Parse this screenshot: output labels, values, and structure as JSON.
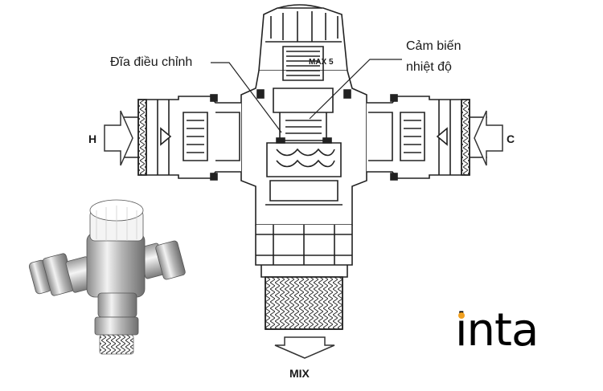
{
  "labels": {
    "adjust_disc": "Đĩa điều chỉnh",
    "sensor_line1": "Cảm biến",
    "sensor_line2": "nhiệt độ",
    "hot_port": "H",
    "cold_port": "C",
    "mix_port": "MIX",
    "knob_marking": "MAX 5"
  },
  "brand": {
    "name": "inta",
    "dot_color": "#f0a020"
  },
  "colors": {
    "outline": "#222222",
    "arrow_fill": "#ffffff"
  }
}
